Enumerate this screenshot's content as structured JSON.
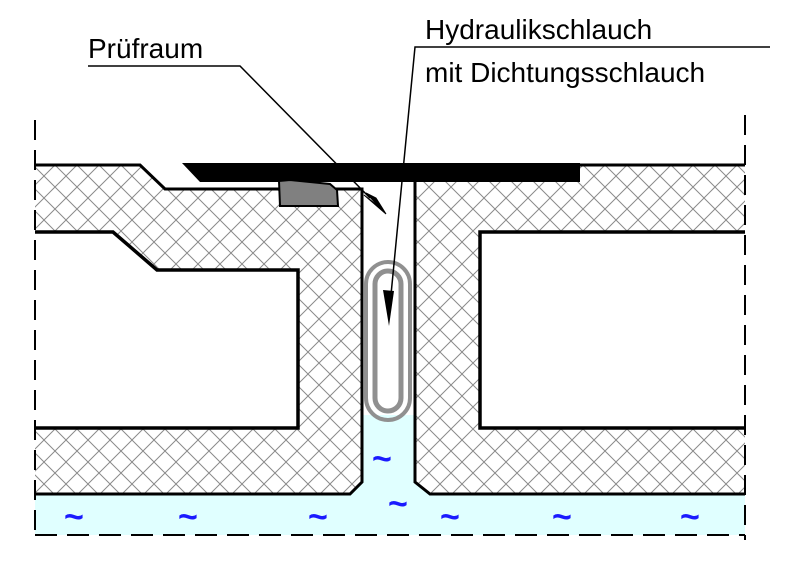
{
  "labels": {
    "test_space": "Prüfraum",
    "hose_line1": "Hydraulikschlauch",
    "hose_line2": "mit Dichtungsschlauch"
  },
  "water_symbol": "~",
  "colors": {
    "water": "#e0ffff",
    "tilde": "#1a1aff",
    "seal": "#808080",
    "hose": "#909090",
    "hatch": "#8a8a8a",
    "line": "#000000"
  }
}
